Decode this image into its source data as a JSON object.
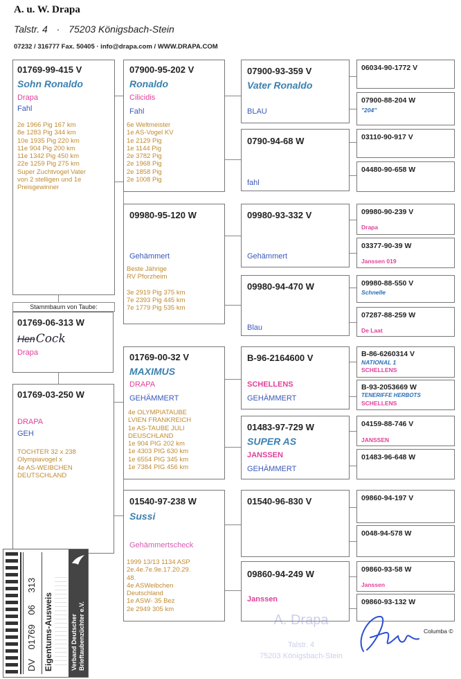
{
  "header": {
    "breeder": "A. u. W. Drapa",
    "street": "Talstr. 4",
    "dot": "·",
    "city": "75203 Königsbach-Stein",
    "contact": "07232 / 316777  Fax. 50405  ·  info@drapa.com  /  WWW.DRAPA.COM"
  },
  "subject": {
    "ring": "01769-99-415 V",
    "name": "Sohn Ronaldo",
    "owner": "Drapa",
    "color": "Fahl",
    "perf": [
      "2e    1966 Pig    167 km",
      "8e    1283 Pig    344 km",
      "10e  1935 Pig    220 km",
      "11e    904 Pig    200 km",
      "11e  1342 Pig   450 km",
      "22e  1259 Pig   275 km",
      "Super Zuchtvogel Vater",
      "von 2 stelligen und 1e",
      "Preisgewinner"
    ]
  },
  "pedigree_label": "Stammbaum von Taube:",
  "cock": {
    "ring": "01769-06-313 W",
    "struck": "Hen",
    "written": "Cock",
    "owner": "Drapa"
  },
  "hen": {
    "ring": "01769-03-250 W",
    "owner": "DRAPA",
    "color": "GEH",
    "perf": [
      "TOCHTER 32 x 238",
      "Olympiavogel x",
      "4e AS-WEIBCHEN",
      "DEUTSCHLAND"
    ]
  },
  "parents": {
    "p1": {
      "ring": "07900-95-202 V",
      "name": "Ronaldo",
      "owner": "Cilicidis",
      "color": "Fahl",
      "perf": [
        "6e Weltmeister",
        "1e AS-Vogel KV",
        "1e    2129  Pig",
        "1e    1144  Pig",
        "2e    3782  Pig",
        "2e    1968  Pig",
        "2e    1858  Pig",
        "2e    1008  Pig"
      ]
    },
    "p2": {
      "ring": "09980-95-120 W",
      "color": "Gehämmert",
      "perf": [
        "Beste Jährige",
        "RV Pforzheim",
        "",
        "3e  2919   Pig    375 km",
        "7e  2393   Pig    445 km",
        "7e  1779   Pig    535 km"
      ]
    },
    "p3": {
      "ring": "01769-00-32 V",
      "name": "MAXIMUS",
      "owner": "DRAPA",
      "color": "GEHÄMMERT",
      "perf": [
        "4e OLYMPIATAUBE",
        " LVIEN FRANKREICH",
        "1e AS-TAUBE JULI",
        "DEUSCHLAND",
        "1e    904   PIG  202 km",
        "1e  4303   PIG  630 km",
        "1e  6554   PIG  345 km",
        "1e  7384   PIG  456 km"
      ]
    },
    "p4": {
      "ring": "01540-97-238 W",
      "name": "Sussi",
      "color": "Gehämmertscheck",
      "perf": [
        "1999 13/13  1134 ASP",
        "2e.4e.7e.9e.17.20.29.",
        "48.",
        "4e ASWeibchen",
        "Deutschland",
        "1e  ASW-  35 Bez",
        "2e    2949    305 km"
      ]
    }
  },
  "grandparents": {
    "g1": {
      "ring": "07900-93-359 V",
      "name": "Vater Ronaldo",
      "color": "BLAU"
    },
    "g2": {
      "ring": "0790-94-68 W",
      "color": "fahl"
    },
    "g3": {
      "ring": "09980-93-332 V",
      "color": "Gehämmert"
    },
    "g4": {
      "ring": "09980-94-470 W",
      "color": "Blau"
    },
    "g5": {
      "ring": "B-96-2164600 V",
      "owner": "SCHELLENS",
      "color": "GEHÄMMERT"
    },
    "g6": {
      "ring": "01483-97-729 W",
      "name": "SUPER AS",
      "owner": "JANSSEN",
      "color": "GEHÄMMERT"
    },
    "g7": {
      "ring": "01540-96-830 V"
    },
    "g8": {
      "ring": "09860-94-249 W",
      "owner": "Janssen"
    }
  },
  "ggp": [
    {
      "ring": "06034-90-1772 V"
    },
    {
      "ring": "07900-88-204 W",
      "note": "\"204\""
    },
    {
      "ring": "03110-90-917 V"
    },
    {
      "ring": "04480-90-658 W"
    },
    {
      "ring": "09980-90-239 V",
      "owner": "Drapa"
    },
    {
      "ring": "03377-90-39 W",
      "owner": "Janssen 019"
    },
    {
      "ring": "09980-88-550 V",
      "note": "Schnelle"
    },
    {
      "ring": "07287-88-259 W",
      "owner": "De Laat"
    },
    {
      "ring": "B-86-6260314 V",
      "note": "NATIONAL 1",
      "owner": "SCHELLENS"
    },
    {
      "ring": "B-93-2053669 W",
      "note": "TENERIFFE HERBOTS",
      "owner": "SCHELLENS"
    },
    {
      "ring": "04159-88-746 V",
      "owner": "JANSSEN"
    },
    {
      "ring": "01483-96-648 W"
    },
    {
      "ring": "09860-94-197 V"
    },
    {
      "ring": "0048-94-578 W"
    },
    {
      "ring": "09860-93-58 W",
      "owner": "Janssen"
    },
    {
      "ring": "09860-93-132 W"
    }
  ],
  "card": {
    "org1": "Verband Deutscher",
    "org2": "Brieftaubenzüchter e.V.",
    "title": "Eigentums-Ausweis",
    "country": "DV",
    "club": "01769",
    "year": "06",
    "number": "313"
  },
  "stamp": [
    "A. Drapa",
    "Talstr. 4",
    "75203 Königsbach-Stein"
  ],
  "signature": "Drapa",
  "copyright": "Columba ©"
}
